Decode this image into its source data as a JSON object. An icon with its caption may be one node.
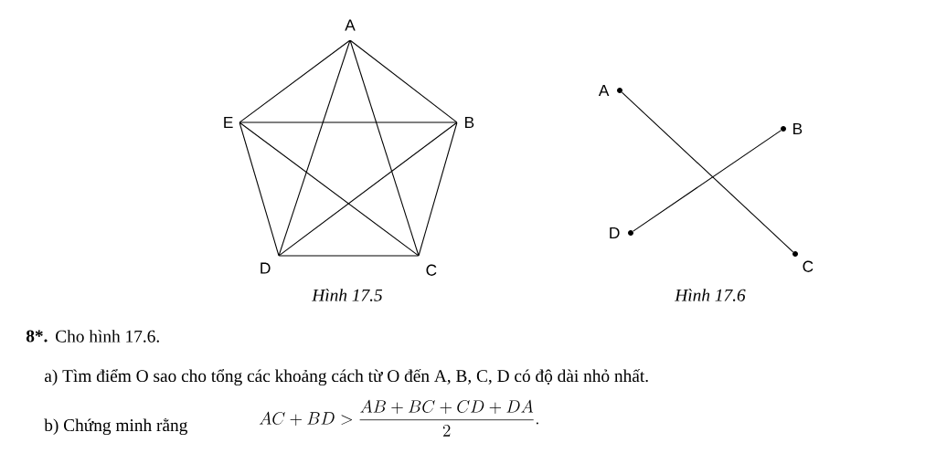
{
  "diagram": {
    "nodes": [
      {
        "text": [],
        "shape": "vertex",
        "beside": [
          "A"
        ]
      },
      {
        "text": [],
        "shape": "vertex",
        "beside": [
          "B"
        ]
      },
      {
        "text": [],
        "shape": "vertex",
        "beside": [
          "C"
        ]
      },
      {
        "text": [],
        "shape": "vertex",
        "beside": [
          "D"
        ]
      },
      {
        "text": [],
        "shape": "vertex",
        "beside": [
          "E"
        ]
      },
      {
        "text": [],
        "shape": "dot",
        "beside": [
          "A"
        ]
      },
      {
        "text": [],
        "shape": "dot",
        "beside": [
          "B"
        ]
      },
      {
        "text": [],
        "shape": "dot",
        "beside": [
          "C"
        ]
      },
      {
        "text": [],
        "shape": "dot",
        "beside": [
          "D"
        ]
      }
    ],
    "edges": [
      {
        "from": 0,
        "to": 1,
        "arrow": "none"
      },
      {
        "from": 1,
        "to": 2,
        "arrow": "none"
      },
      {
        "from": 2,
        "to": 3,
        "arrow": "none"
      },
      {
        "from": 3,
        "to": 4,
        "arrow": "none"
      },
      {
        "from": 4,
        "to": 0,
        "arrow": "none"
      },
      {
        "from": 0,
        "to": 2,
        "arrow": "none"
      },
      {
        "from": 0,
        "to": 3,
        "arrow": "none"
      },
      {
        "from": 1,
        "to": 3,
        "arrow": "none"
      },
      {
        "from": 1,
        "to": 4,
        "arrow": "none"
      },
      {
        "from": 2,
        "to": 4,
        "arrow": "none"
      },
      {
        "from": 5,
        "to": 7,
        "arrow": "none"
      },
      {
        "from": 6,
        "to": 8,
        "arrow": "none"
      }
    ],
    "labels": [
      "Hình 17.5",
      "Hình 17.6",
      "8*.",
      "Cho hình 17.6.",
      "a)  Tìm điểm O sao cho tổng các khoảng cách từ O đến A, B, C, D có độ dài nhỏ nhất.",
      "b)  Chứng minh rằng",
      "AC+BD>\\frac{AB+BC+CD+DA}{2}."
    ]
  }
}
